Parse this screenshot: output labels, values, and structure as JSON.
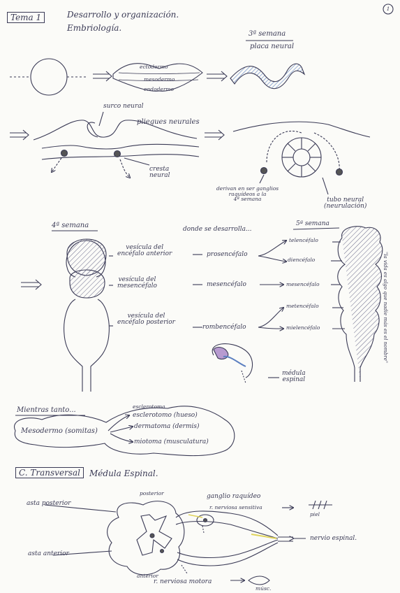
{
  "page": {
    "page_number": "1",
    "topic_label": "Tema 1",
    "title": "Desarrollo y organización.",
    "subtitle": "Embriología."
  },
  "section1": {
    "week3": "3ª semana",
    "neural_plate": "placa neural",
    "layers": [
      "ectodermo",
      "mesodermo",
      "endodermo"
    ],
    "neural_groove": "surco neural",
    "neural_folds": "pliegues neurales",
    "neural_crest": "cresta\nneural",
    "derive_ganglia": "derivan en ser ganglios\nraquídeos a la\n4ª semana",
    "neural_tube": "tubo neural\n(neurulación)"
  },
  "section2": {
    "week4": "4ª semana",
    "develops": "donde se desarrolla...",
    "week5": "5ª semana",
    "vesicles": [
      {
        "label": "vesícula del\nencéfalo anterior",
        "region": "prosencéfalo"
      },
      {
        "label": "vesícula del\nmesencéfalo",
        "region": "mesencéfalo"
      },
      {
        "label": "vesícula del\nencéfalo posterior",
        "region": "rombencéfalo"
      }
    ],
    "derived": [
      "telencéfalo",
      "diencéfalo",
      "mesencéfalo",
      "metencéfalo",
      "mielencéfalo"
    ],
    "spinal_cord": "médula\nespinal",
    "side_note": "\"la vida es algo que nadie más es el nombre\""
  },
  "section3": {
    "meanwhile": "Mientras tanto...",
    "mesoderm": "Mesodermo (somitas)",
    "derivatives": [
      "esclerotoma",
      "esclerotomo (hueso)",
      "dermatoma (dermis)",
      "miotoma (musculatura)"
    ]
  },
  "section4": {
    "heading": "C. Transversal",
    "title": "Médula Espinal.",
    "posterior": "posterior",
    "anterior": "anterior",
    "dorsal_horn": "asta posterior",
    "ventral_horn": "asta anterior",
    "ganglion": "ganglio raquídeo",
    "sensory_root": "r. nerviosa sensitiva",
    "spinal_nerve": "nervio espinal.",
    "motor_root": "r. nerviosa motora",
    "small_labels": [
      "piel",
      "músc."
    ]
  }
}
